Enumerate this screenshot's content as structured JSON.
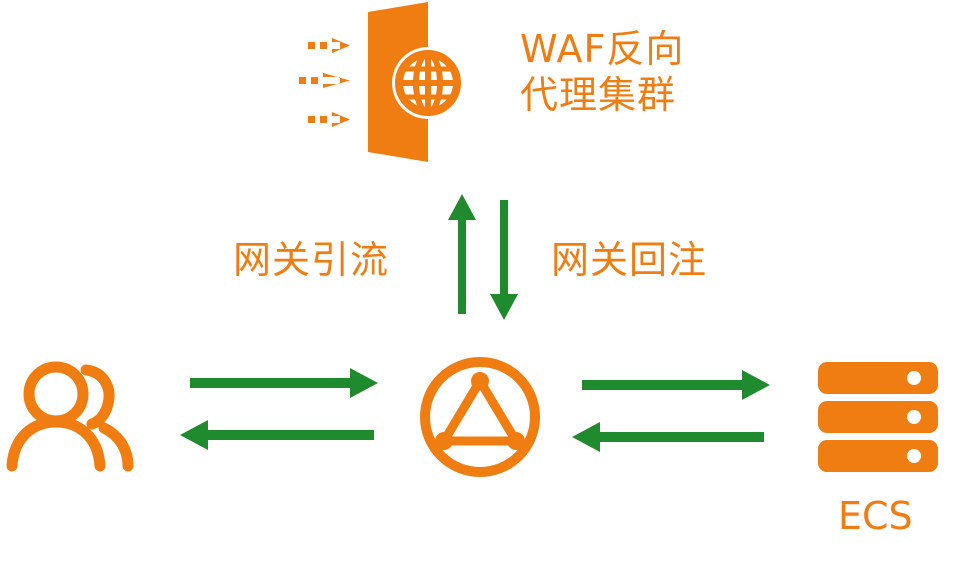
{
  "colors": {
    "accent_orange": "#f07d12",
    "arrow_green": "#1f8a2e"
  },
  "waf_cluster": {
    "icon": "waf-shield-globe-icon",
    "label_line1": "WAF反向",
    "label_line2": "代理集群"
  },
  "gateway": {
    "icon": "gateway-triangle-icon",
    "up_label": "网关引流",
    "down_label": "网关回注"
  },
  "users": {
    "icon": "users-icon"
  },
  "ecs": {
    "icon": "server-stack-icon",
    "label": "ECS"
  }
}
